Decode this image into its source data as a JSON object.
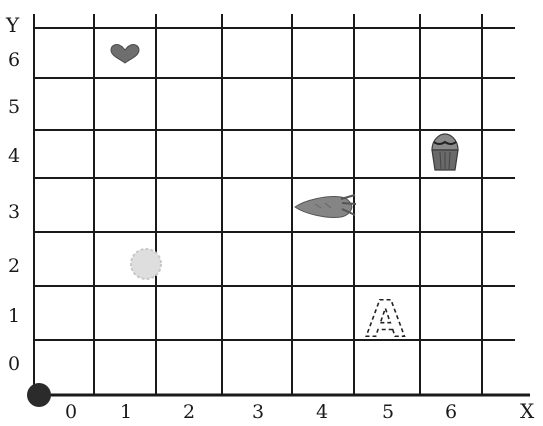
{
  "axes": {
    "x_label": "X",
    "y_label": "Y",
    "x_ticks": [
      "0",
      "1",
      "2",
      "3",
      "4",
      "5",
      "6"
    ],
    "y_ticks": [
      "0",
      "1",
      "2",
      "3",
      "4",
      "5",
      "6"
    ]
  },
  "objects": [
    {
      "name": "heart",
      "icon": "heart-icon",
      "x": 1,
      "y": 6
    },
    {
      "name": "cupcake",
      "icon": "cupcake-icon",
      "x": 6,
      "y": 4
    },
    {
      "name": "carrot",
      "icon": "carrot-icon",
      "x": 4,
      "y": 3
    },
    {
      "name": "snowball",
      "icon": "snowball-icon",
      "x": 1.5,
      "y": 2
    },
    {
      "name": "letter-a",
      "icon": "letter-a-icon",
      "text": "A",
      "x": 5,
      "y": 1
    }
  ],
  "origin_marker": {
    "icon": "origin-dot-icon",
    "color": "#2b2b2b"
  },
  "colors": {
    "grid": "#1a1a1a",
    "heart": "#6e6e6e",
    "cupcake": "#777777",
    "carrot": "#858585",
    "snowball": "#dedede"
  }
}
